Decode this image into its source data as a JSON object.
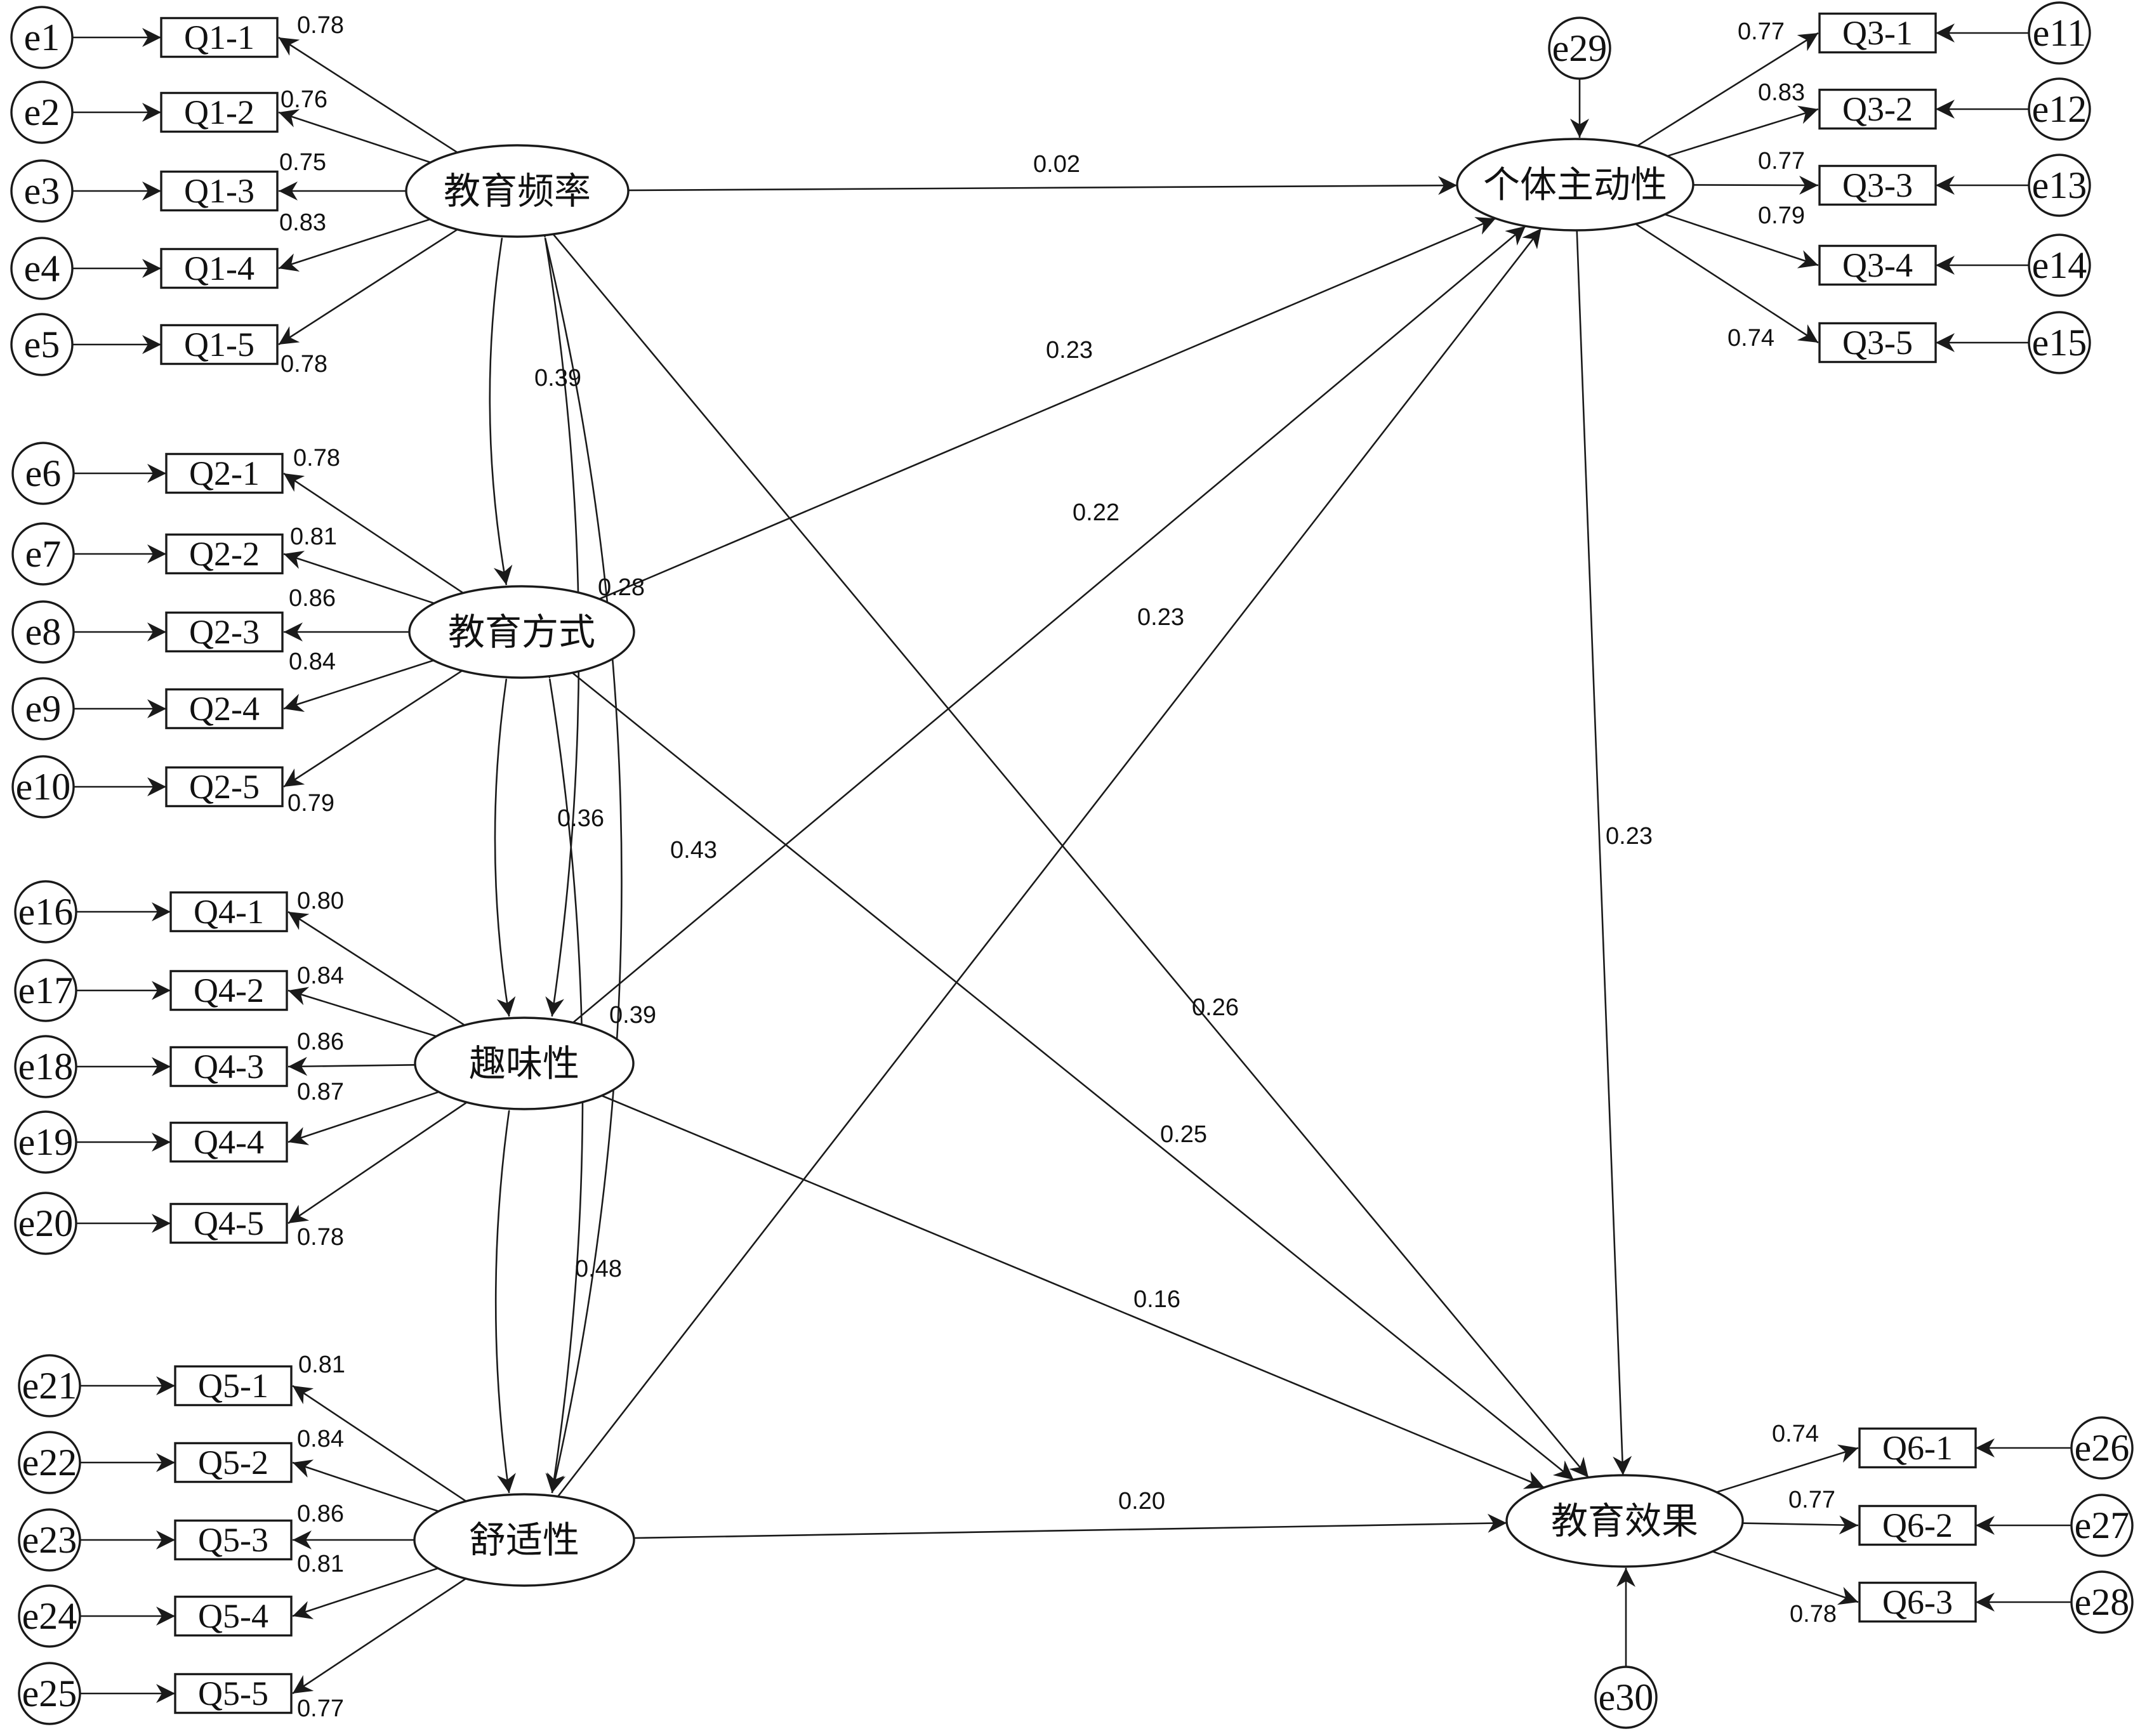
{
  "diagram": {
    "latents": {
      "L1": "教育频率",
      "L2": "教育方式",
      "L3": "趣味性",
      "L4": "舒适性",
      "L5": "个体主动性",
      "L6": "教育效果"
    },
    "indicators": {
      "Q11": "Q1-1",
      "Q12": "Q1-2",
      "Q13": "Q1-3",
      "Q14": "Q1-4",
      "Q15": "Q1-5",
      "Q21": "Q2-1",
      "Q22": "Q2-2",
      "Q23": "Q2-3",
      "Q24": "Q2-4",
      "Q25": "Q2-5",
      "Q41": "Q4-1",
      "Q42": "Q4-2",
      "Q43": "Q4-3",
      "Q44": "Q4-4",
      "Q45": "Q4-5",
      "Q51": "Q5-1",
      "Q52": "Q5-2",
      "Q53": "Q5-3",
      "Q54": "Q5-4",
      "Q55": "Q5-5",
      "Q31": "Q3-1",
      "Q32": "Q3-2",
      "Q33": "Q3-3",
      "Q34": "Q3-4",
      "Q35": "Q3-5",
      "Q61": "Q6-1",
      "Q62": "Q6-2",
      "Q63": "Q6-3"
    },
    "errors": {
      "e1": "e1",
      "e2": "e2",
      "e3": "e3",
      "e4": "e4",
      "e5": "e5",
      "e6": "e6",
      "e7": "e7",
      "e8": "e8",
      "e9": "e9",
      "e10": "e10",
      "e11": "e11",
      "e12": "e12",
      "e13": "e13",
      "e14": "e14",
      "e15": "e15",
      "e16": "e16",
      "e17": "e17",
      "e18": "e18",
      "e19": "e19",
      "e20": "e20",
      "e21": "e21",
      "e22": "e22",
      "e23": "e23",
      "e24": "e24",
      "e25": "e25",
      "e26": "e26",
      "e27": "e27",
      "e28": "e28",
      "e29": "e29",
      "e30": "e30"
    },
    "loadings": {
      "Q11": "0.78",
      "Q12": "0.76",
      "Q13": "0.75",
      "Q14": "0.83",
      "Q15": "0.78",
      "Q21": "0.78",
      "Q22": "0.81",
      "Q23": "0.86",
      "Q24": "0.84",
      "Q25": "0.79",
      "Q41": "0.80",
      "Q42": "0.84",
      "Q43": "0.86",
      "Q44": "0.87",
      "Q45": "0.78",
      "Q51": "0.81",
      "Q52": "0.84",
      "Q53": "0.86",
      "Q54": "0.81",
      "Q55": "0.77",
      "Q31": "0.77",
      "Q32": "0.83",
      "Q33": "0.77",
      "Q34": "0.79",
      "Q35": "0.74",
      "Q61": "0.74",
      "Q62": "0.77",
      "Q63": "0.78"
    },
    "paths": {
      "L1_L5": "0.02",
      "L2_L5": "0.23",
      "L3_L5": "0.22",
      "L4_L5": "0.23",
      "L5_L6": "0.23",
      "L1_L6": "0.26",
      "L2_L6": "0.25",
      "L3_L6": "0.16",
      "L4_L6": "0.20"
    },
    "covariances": {
      "L1_L2": "0.39",
      "L1_L3": "0.28",
      "L1_L4": "0.43",
      "L2_L3": "0.36",
      "L2_L4": "0.39",
      "L3_L4": "0.48"
    }
  }
}
